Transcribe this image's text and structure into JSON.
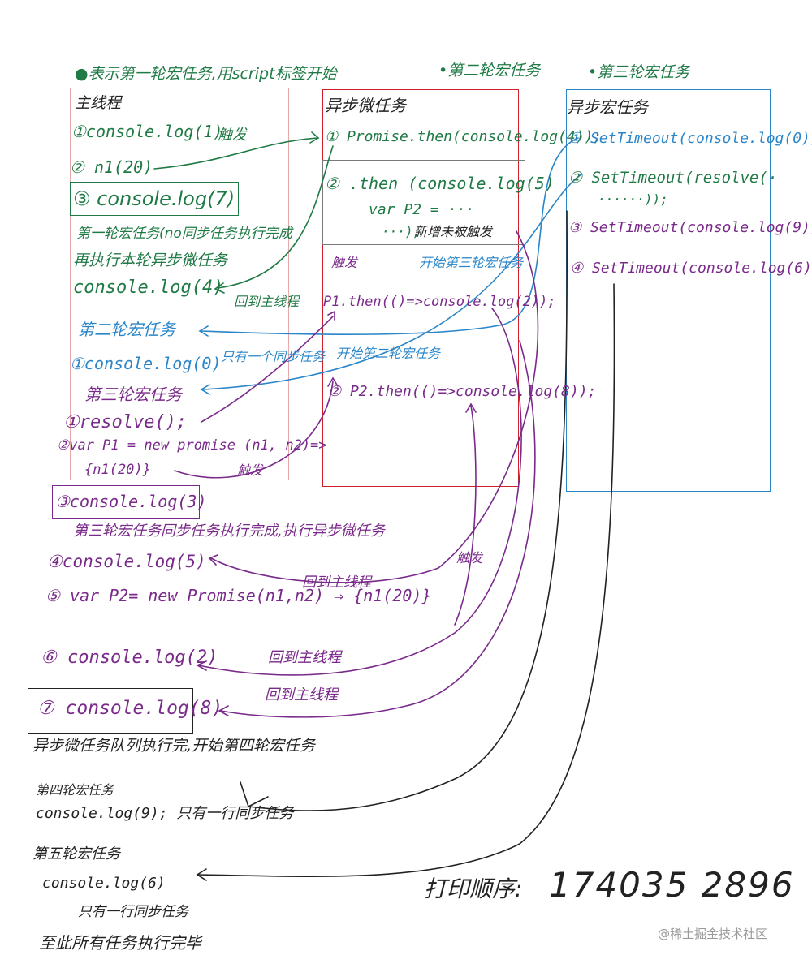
{
  "header": {
    "main_note": "●表示第一轮宏任务,用script标签开始",
    "second_round": "•第二轮宏任务",
    "third_round": "•第三轮宏任务"
  },
  "main_thread": {
    "title": "主线程",
    "l1": "①console.log(1)",
    "l2": "② n1(20)",
    "l3": "③ console.log(7)",
    "done1": "第一轮宏任务(no同步任务执行完成",
    "done2": "再执行本轮异步微任务",
    "c4": "console.log(4)",
    "second": "第二轮宏任务",
    "c0": "①console.log(0)",
    "only_one": "只有一个同步任务",
    "third": "第三轮宏任务",
    "resolve": "①resolve();",
    "p1a": "②var P1 = new promise (n1, n2)=>",
    "p1b": "{n1(20)}",
    "c3": "③console.log(3)",
    "third_done": "第三轮宏任务同步任务执行完成,执行异步微任务",
    "c5": "④console.log(5)",
    "p2": "⑤ var P2= new Promise(n1,n2) ⇒ {n1(20)}",
    "c2": "⑥ console.log(2)",
    "c8": "⑦ console.log(8)"
  },
  "micro": {
    "title": "异步微任务",
    "m1": "① Promise.then(console.log(4));",
    "m2a": "② .then (console.log(5)",
    "m2b": "var P2 = ···",
    "m2c": "···);",
    "m2note": "新增未被触发",
    "m3": "P1.then(()=>console.log(2));",
    "m4": "② P2.then(()=>console.log(8));"
  },
  "macro": {
    "title": "异步宏任务",
    "k1": "① SetTimeout(console.log(0));",
    "k2a": "② SetTimeout(resolve(·",
    "k2b": "······));",
    "k3": "③ SetTimeout(console.log(9));",
    "k4": "④ SetTimeout(console.log(6));"
  },
  "labels": {
    "trigger1": "触发",
    "trigger2": "触发",
    "trigger3": "触发",
    "trigger4": "触发",
    "back1": "回到主线程",
    "back2": "回到主线程",
    "back3": "回到主线程",
    "back4": "回到主线程",
    "start_second": "开始第二轮宏任务",
    "start_third": "开始第三轮宏任务"
  },
  "footer": {
    "micro_done": "异步微任务队列执行完,开始第四轮宏任务",
    "fourth_title": "第四轮宏任务",
    "c9": "console.log(9); 只有一行同步任务",
    "fifth_title": "第五轮宏任务",
    "c6": "console.log(6)",
    "fifth_note": "只有一行同步任务",
    "all_done": "至此所有任务执行完毕",
    "order_label": "打印顺序:",
    "order_value": "174035 2896",
    "watermark": "@稀土掘金技术社区"
  },
  "colors": {
    "green": "#1f7a45",
    "blue": "#2a86c8",
    "purple": "#7a2a8a",
    "red": "#d21f2b",
    "gray": "#7a7a7a"
  }
}
